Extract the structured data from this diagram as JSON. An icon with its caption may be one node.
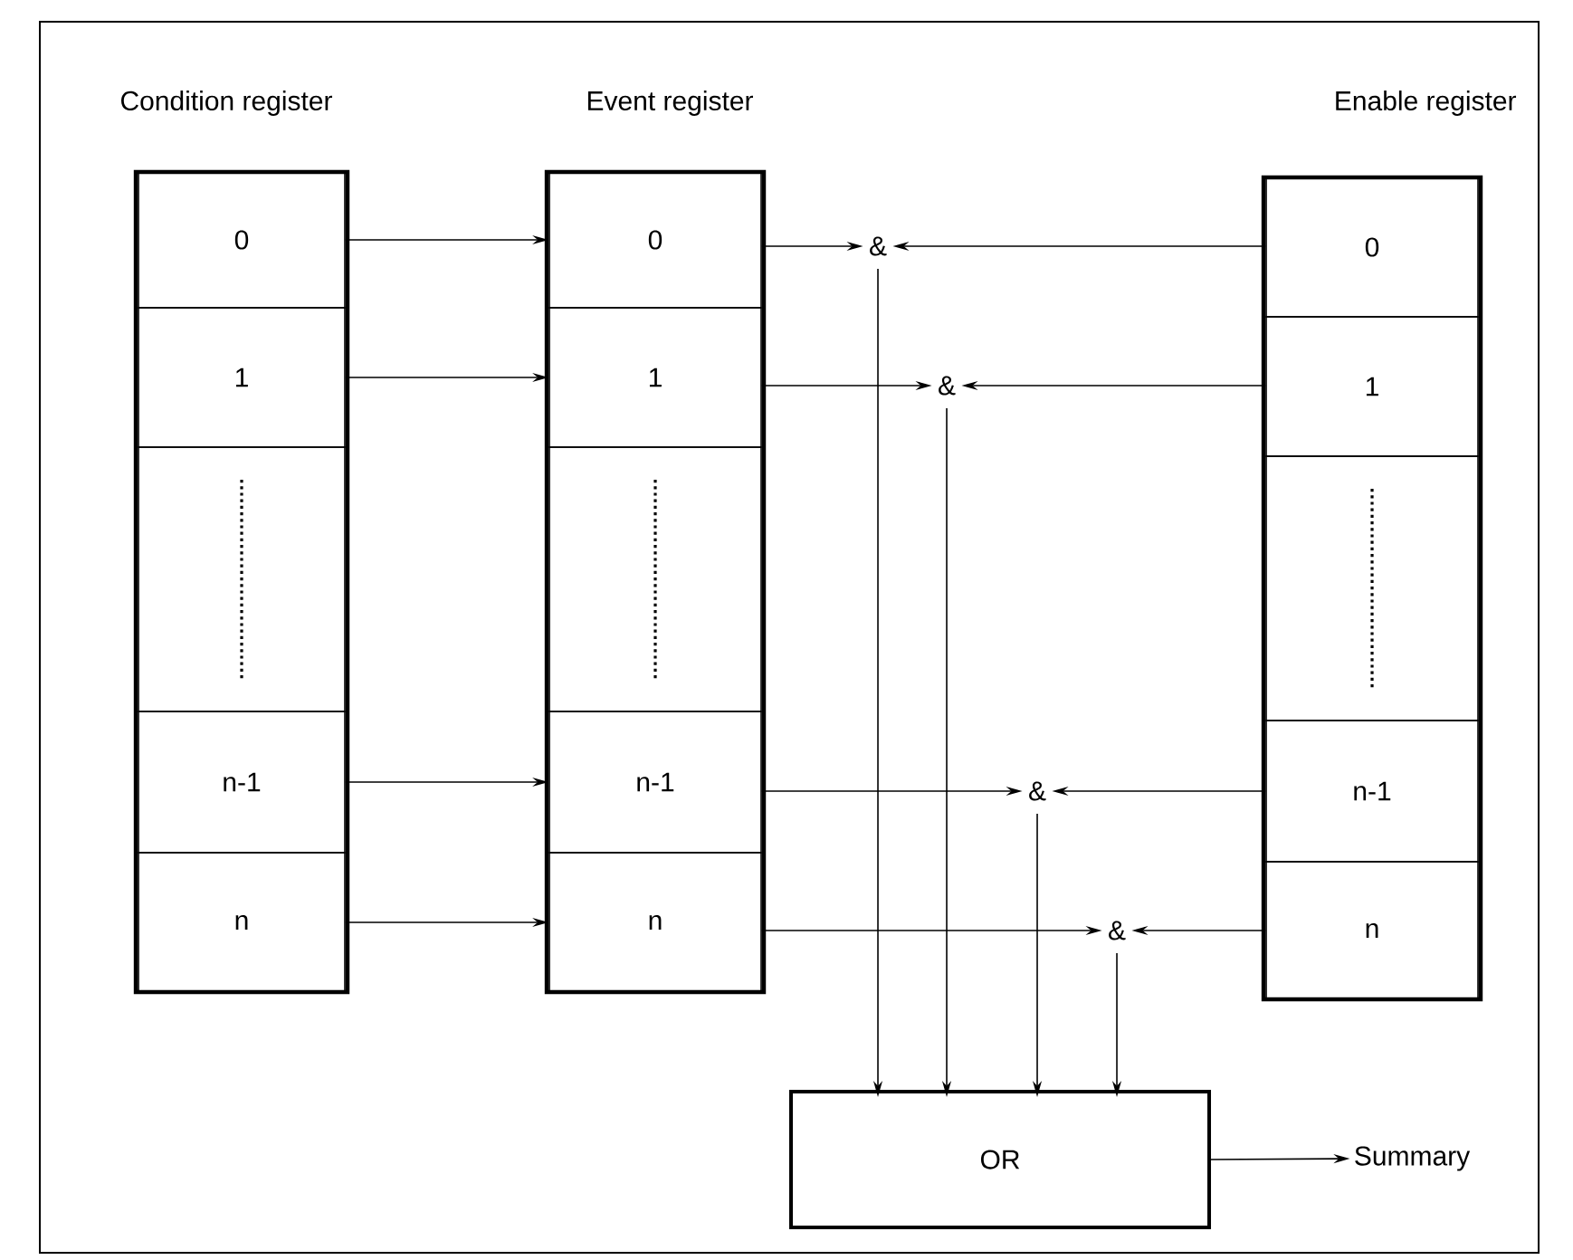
{
  "diagram": {
    "nodes": [
      {
        "text": [
          "Condition register"
        ]
      },
      {
        "text": [
          "0"
        ],
        "in": 0
      },
      {
        "text": [
          "1"
        ],
        "in": 0
      },
      {
        "text": [],
        "shape": "box",
        "in": 0
      },
      {
        "text": [
          "n-1"
        ],
        "in": 0
      },
      {
        "text": [
          "n"
        ],
        "in": 0
      },
      {
        "text": [
          "Event register"
        ]
      },
      {
        "text": [
          "0"
        ],
        "in": 6
      },
      {
        "text": [
          "1"
        ],
        "in": 6
      },
      {
        "text": [],
        "shape": "box",
        "in": 6
      },
      {
        "text": [
          "n-1"
        ],
        "in": 6
      },
      {
        "text": [
          "n"
        ],
        "in": 6
      },
      {
        "text": [
          "Enable register"
        ]
      },
      {
        "text": [
          "0"
        ],
        "in": 12
      },
      {
        "text": [
          "1"
        ],
        "in": 12
      },
      {
        "text": [],
        "shape": "box",
        "in": 12
      },
      {
        "text": [
          "n-1"
        ],
        "in": 12
      },
      {
        "text": [
          "n"
        ],
        "in": 12
      },
      {
        "text": [
          "&"
        ]
      },
      {
        "text": [
          "&"
        ]
      },
      {
        "text": [
          "&"
        ]
      },
      {
        "text": [
          "&"
        ]
      },
      {
        "text": [
          "OR"
        ]
      },
      {
        "text": [
          "Summary"
        ]
      }
    ],
    "edges": [
      {
        "from": 1,
        "to": 7,
        "arrow": "to"
      },
      {
        "from": 2,
        "to": 8,
        "arrow": "to"
      },
      {
        "from": 4,
        "to": 10,
        "arrow": "to"
      },
      {
        "from": 5,
        "to": 11,
        "arrow": "to"
      },
      {
        "from": 7,
        "to": 18,
        "arrow": "to"
      },
      {
        "from": 13,
        "to": 18,
        "arrow": "to"
      },
      {
        "from": 8,
        "to": 19,
        "arrow": "to"
      },
      {
        "from": 14,
        "to": 19,
        "arrow": "to"
      },
      {
        "from": 10,
        "to": 20,
        "arrow": "to"
      },
      {
        "from": 16,
        "to": 20,
        "arrow": "to"
      },
      {
        "from": 11,
        "to": 21,
        "arrow": "to"
      },
      {
        "from": 17,
        "to": 21,
        "arrow": "to"
      },
      {
        "from": 18,
        "to": 22,
        "arrow": "to"
      },
      {
        "from": 19,
        "to": 22,
        "arrow": "to"
      },
      {
        "from": 20,
        "to": 22,
        "arrow": "to"
      },
      {
        "from": 21,
        "to": 22,
        "arrow": "to"
      },
      {
        "from": 22,
        "to": 23,
        "arrow": "to"
      }
    ]
  }
}
